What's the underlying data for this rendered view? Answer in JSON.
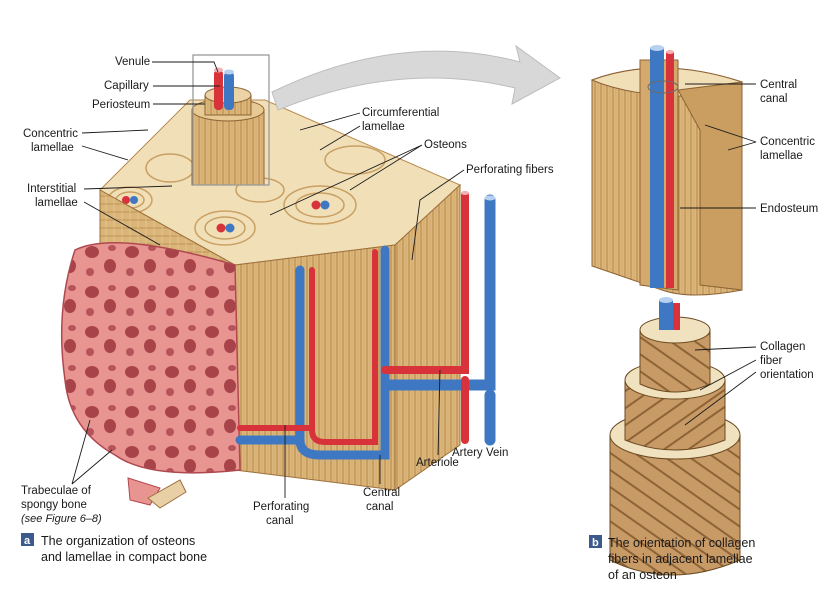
{
  "labels": {
    "venule": "Venule",
    "capillary": "Capillary",
    "periosteum": "Periosteum",
    "concentric_lamellae_l1": "Concentric",
    "concentric_lamellae_l2": "lamellae",
    "interstitial_lamellae_l1": "Interstitial",
    "interstitial_lamellae_l2": "lamellae",
    "circumferential_lamellae_l1": "Circumferential",
    "circumferential_lamellae_l2": "lamellae",
    "osteons": "Osteons",
    "perforating_fibers": "Perforating fibers",
    "trabeculae_l1": "Trabeculae of",
    "trabeculae_l2": "spongy bone",
    "trabeculae_l3": "(see Figure 6–8)",
    "perforating_canal_l1": "Perforating",
    "perforating_canal_l2": "canal",
    "central_canal_l1": "Central",
    "central_canal_l2": "canal",
    "arteriole": "Arteriole",
    "artery": "Artery",
    "vein": "Vein",
    "b_central_canal_l1": "Central",
    "b_central_canal_l2": "canal",
    "b_concentric_lamellae_l1": "Concentric",
    "b_concentric_lamellae_l2": "lamellae",
    "endosteum": "Endosteum",
    "collagen_l1": "Collagen",
    "collagen_l2": "fiber",
    "collagen_l3": "orientation"
  },
  "captions": {
    "a_letter": "a",
    "a_line1": "The organization of osteons",
    "a_line2": "and lamellae in compact bone",
    "b_letter": "b",
    "b_line1": "The orientation of collagen",
    "b_line2": "fibers in adjacent lamellae",
    "b_line3": "of an osteon"
  },
  "colors": {
    "bone_tan": "#d9b57a",
    "bone_dark": "#b98a4e",
    "bone_light": "#f3e4c4",
    "spongy_pink": "#e58a86",
    "artery_red": "#d8333a",
    "vein_blue": "#3f78c2",
    "arrow_gray": "#cfcfcf",
    "caption_box": "#3b5b8c"
  }
}
